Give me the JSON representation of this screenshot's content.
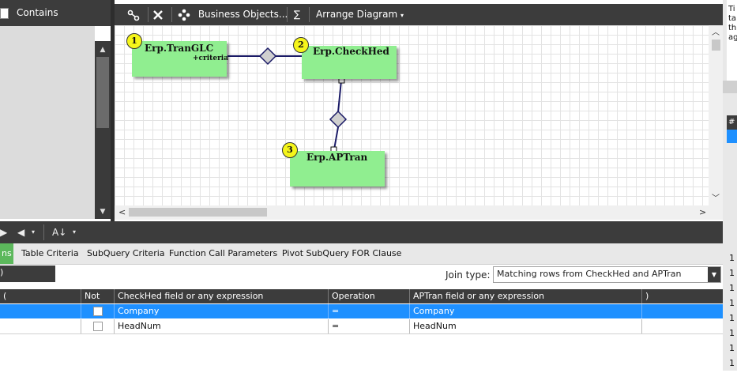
{
  "left_panel": {
    "header_label": "Contains"
  },
  "toolbar": {
    "business_objects_label": "Business Objects...",
    "sigma_label": "∑",
    "arrange_label": "Arrange Diagram"
  },
  "diagram": {
    "tables": [
      {
        "num": "1",
        "name": "Erp.TranGLC",
        "sub": "+criteria"
      },
      {
        "num": "2",
        "name": "Erp.CheckHed"
      },
      {
        "num": "3",
        "name": "Erp.APTran"
      }
    ]
  },
  "tabs": [
    "ns",
    "Table Criteria",
    "SubQuery Criteria",
    "Function Call Parameters",
    "Pivot SubQuery FOR Clause"
  ],
  "join": {
    "label": "Join type:",
    "value": "Matching rows from CheckHed and APTran"
  },
  "grid": {
    "headers": [
      "(",
      "Not",
      "CheckHed field or any expression",
      "Operation",
      "APTran field or any expression",
      ")"
    ],
    "rows": [
      {
        "left": "Company",
        "op": "=",
        "right": "Company"
      },
      {
        "left": "HeadNum",
        "op": "=",
        "right": "HeadNum"
      }
    ]
  },
  "right_strip": {
    "text_lines": [
      "Ti",
      "ta",
      "th",
      "ag"
    ],
    "header": "#",
    "row_values": [
      "1",
      "1",
      "1",
      "1",
      "1",
      "1",
      "1",
      "1"
    ]
  },
  "colors": {
    "selected_row": "#1e90ff",
    "table_fill": "#90ee90",
    "active_tab": "#5cb85c",
    "badge": "#f5f51a"
  }
}
